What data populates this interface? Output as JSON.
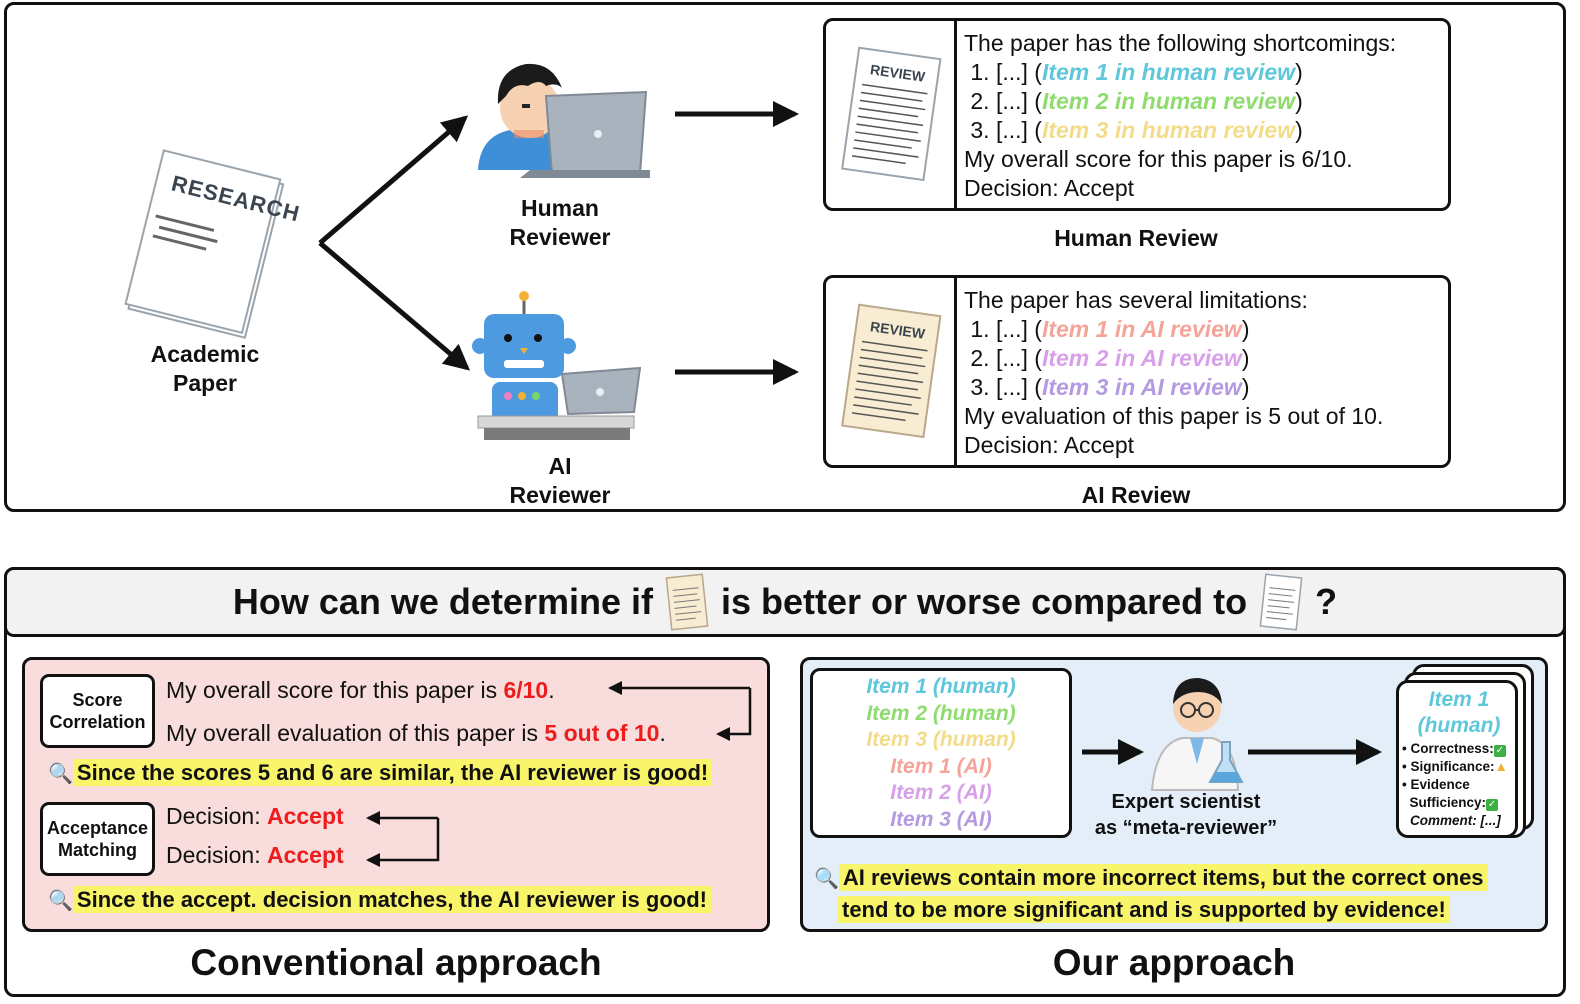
{
  "top": {
    "paper_label": [
      "Academic",
      "Paper"
    ],
    "paper_title": "RESEARCH",
    "human_label": [
      "Human",
      "Reviewer"
    ],
    "ai_label": [
      "AI",
      "Reviewer"
    ],
    "human_review": {
      "thumb_title": "REVIEW",
      "intro": "The paper has the following shortcomings:",
      "items": [
        {
          "num": "1. [...] (",
          "text": "Item 1 in human review",
          "close": ")"
        },
        {
          "num": "2. [...] (",
          "text": "Item 2 in human review",
          "close": ")"
        },
        {
          "num": "3. [...] (",
          "text": "Item 3 in human review",
          "close": ")"
        }
      ],
      "score": "My overall score for this paper is 6/10.",
      "decision": "Decision: Accept",
      "caption": "Human Review"
    },
    "ai_review": {
      "thumb_title": "REVIEW",
      "intro": "The paper has several limitations:",
      "items": [
        {
          "num": "1. [...] (",
          "text": "Item 1 in AI review",
          "close": ")"
        },
        {
          "num": "2. [...] (",
          "text": "Item 2 in AI review",
          "close": ")"
        },
        {
          "num": "3. [...] (",
          "text": "Item 3 in AI review",
          "close": ")"
        }
      ],
      "score": "My evaluation of this paper is 5 out of 10.",
      "decision": "Decision: Accept",
      "caption": "AI Review"
    }
  },
  "question": {
    "part1": "How can we determine if",
    "part2": "is better or worse compared to",
    "part3": "?"
  },
  "conventional": {
    "score_tag": [
      "Score",
      "Correlation"
    ],
    "score_line1_pre": "My overall score for this paper is ",
    "score_line1_val": "6/10",
    "score_line1_post": ".",
    "score_line2_pre": "My overall evaluation of this paper is ",
    "score_line2_val": "5 out of 10",
    "score_line2_post": ".",
    "score_conclusion": "Since the scores 5 and 6 are similar, the AI reviewer is good!",
    "accept_tag": [
      "Acceptance",
      "Matching"
    ],
    "decision_pre": "Decision: ",
    "decision_val": "Accept",
    "accept_conclusion": "Since the accept. decision matches, the AI reviewer is good!",
    "title": "Conventional approach"
  },
  "ours": {
    "items": [
      {
        "text": "Item 1 (human)",
        "color": "#5ec7da"
      },
      {
        "text": "Item 2 (human)",
        "color": "#8fdc6e"
      },
      {
        "text": "Item 3 (human)",
        "color": "#f2dc8a"
      },
      {
        "text": "Item 1 (AI)",
        "color": "#f4a49a"
      },
      {
        "text": "Item 2 (AI)",
        "color": "#d9a0ea"
      },
      {
        "text": "Item 3 (AI)",
        "color": "#b49ae0"
      }
    ],
    "expert_label": [
      "Expert scientist",
      "as “meta-reviewer”"
    ],
    "card_title": [
      "Item 1",
      "(human)"
    ],
    "card_lines": [
      {
        "text": "Correctness:",
        "icon": "check-icon"
      },
      {
        "text": "Significance:",
        "icon": "thumbs-up-icon"
      },
      {
        "text": "Evidence",
        "icon": ""
      },
      {
        "text": "Sufficiency:",
        "icon": "check-icon"
      }
    ],
    "card_comment": "Comment: [...]",
    "conclusion": [
      "AI reviews contain more incorrect items, but the correct ones",
      "tend to be more significant and is supported by evidence!"
    ],
    "title": "Our approach"
  },
  "colors": {
    "conventional_bg": "#f9dcdc",
    "ours_bg": "#e3eef9",
    "highlight": "#f9f56a",
    "accent_red": "#ee1c1c"
  }
}
